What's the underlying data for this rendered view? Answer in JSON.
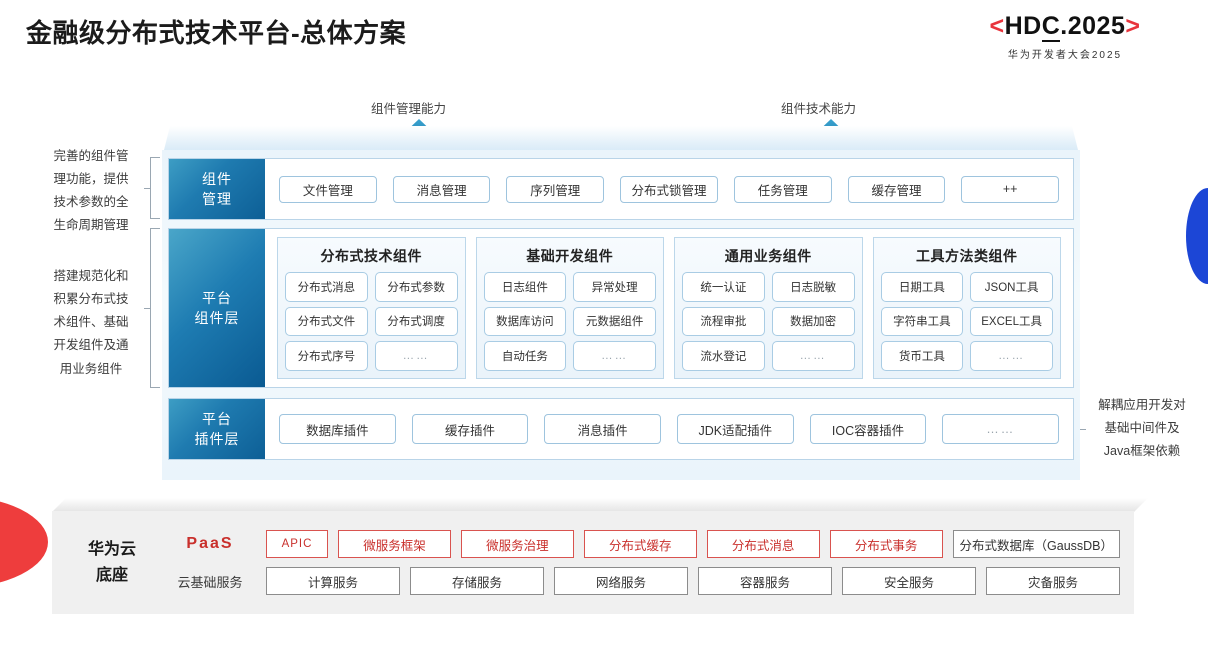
{
  "header": {
    "title": "金融级分布式技术平台-总体方案",
    "logo_bracket_left": "<",
    "logo_text_h": "HD",
    "logo_text_c": "C",
    "logo_text_rest": ".2025",
    "logo_bracket_right": ">",
    "logo_subtitle": "华为开发者大会2025"
  },
  "arrows": {
    "left_label": "组件管理能力",
    "right_label": "组件技术能力"
  },
  "notes": {
    "left_top": "完善的组件管\n理功能，提供\n技术参数的全\n生命周期管理",
    "left_bottom": "搭建规范化和\n积累分布式技\n术组件、基础\n开发组件及通\n用业务组件",
    "right": "解耦应用开发对\n基础中间件及\nJava框架依赖"
  },
  "layers": {
    "component_management": {
      "label": "组件\n管理",
      "items": [
        "文件管理",
        "消息管理",
        "序列管理",
        "分布式锁管理",
        "任务管理",
        "缓存管理",
        "++"
      ]
    },
    "platform_component": {
      "label": "平台\n组件层",
      "groups": [
        {
          "title": "分布式技术组件",
          "items": [
            "分布式消息",
            "分布式参数",
            "分布式文件",
            "分布式调度",
            "分布式序号",
            "……"
          ]
        },
        {
          "title": "基础开发组件",
          "items": [
            "日志组件",
            "异常处理",
            "数据库访问",
            "元数据组件",
            "自动任务",
            "……"
          ]
        },
        {
          "title": "通用业务组件",
          "items": [
            "统一认证",
            "日志脱敏",
            "流程审批",
            "数据加密",
            "流水登记",
            "……"
          ]
        },
        {
          "title": "工具方法类组件",
          "items": [
            "日期工具",
            "JSON工具",
            "字符串工具",
            "EXCEL工具",
            "货币工具",
            "……"
          ]
        }
      ]
    },
    "platform_plugin": {
      "label": "平台\n插件层",
      "items": [
        "数据库插件",
        "缓存插件",
        "消息插件",
        "JDK适配插件",
        "IOC容器插件",
        "……"
      ]
    }
  },
  "paas": {
    "title": "华为云\n底座",
    "paas_label": "PaaS",
    "cloud_label": "云基础服务",
    "paas_items": [
      "APIC",
      "微服务框架",
      "微服务治理",
      "分布式缓存",
      "分布式消息",
      "分布式事务",
      "分布式数据库（GaussDB）"
    ],
    "cloud_items": [
      "计算服务",
      "存储服务",
      "网络服务",
      "容器服务",
      "安全服务",
      "灾备服务"
    ]
  },
  "colors": {
    "accent_red": "#c9302c",
    "accent_blue": "#1f7bb0",
    "deco_red": "#ee3d3d",
    "deco_blue": "#1c46d6"
  }
}
